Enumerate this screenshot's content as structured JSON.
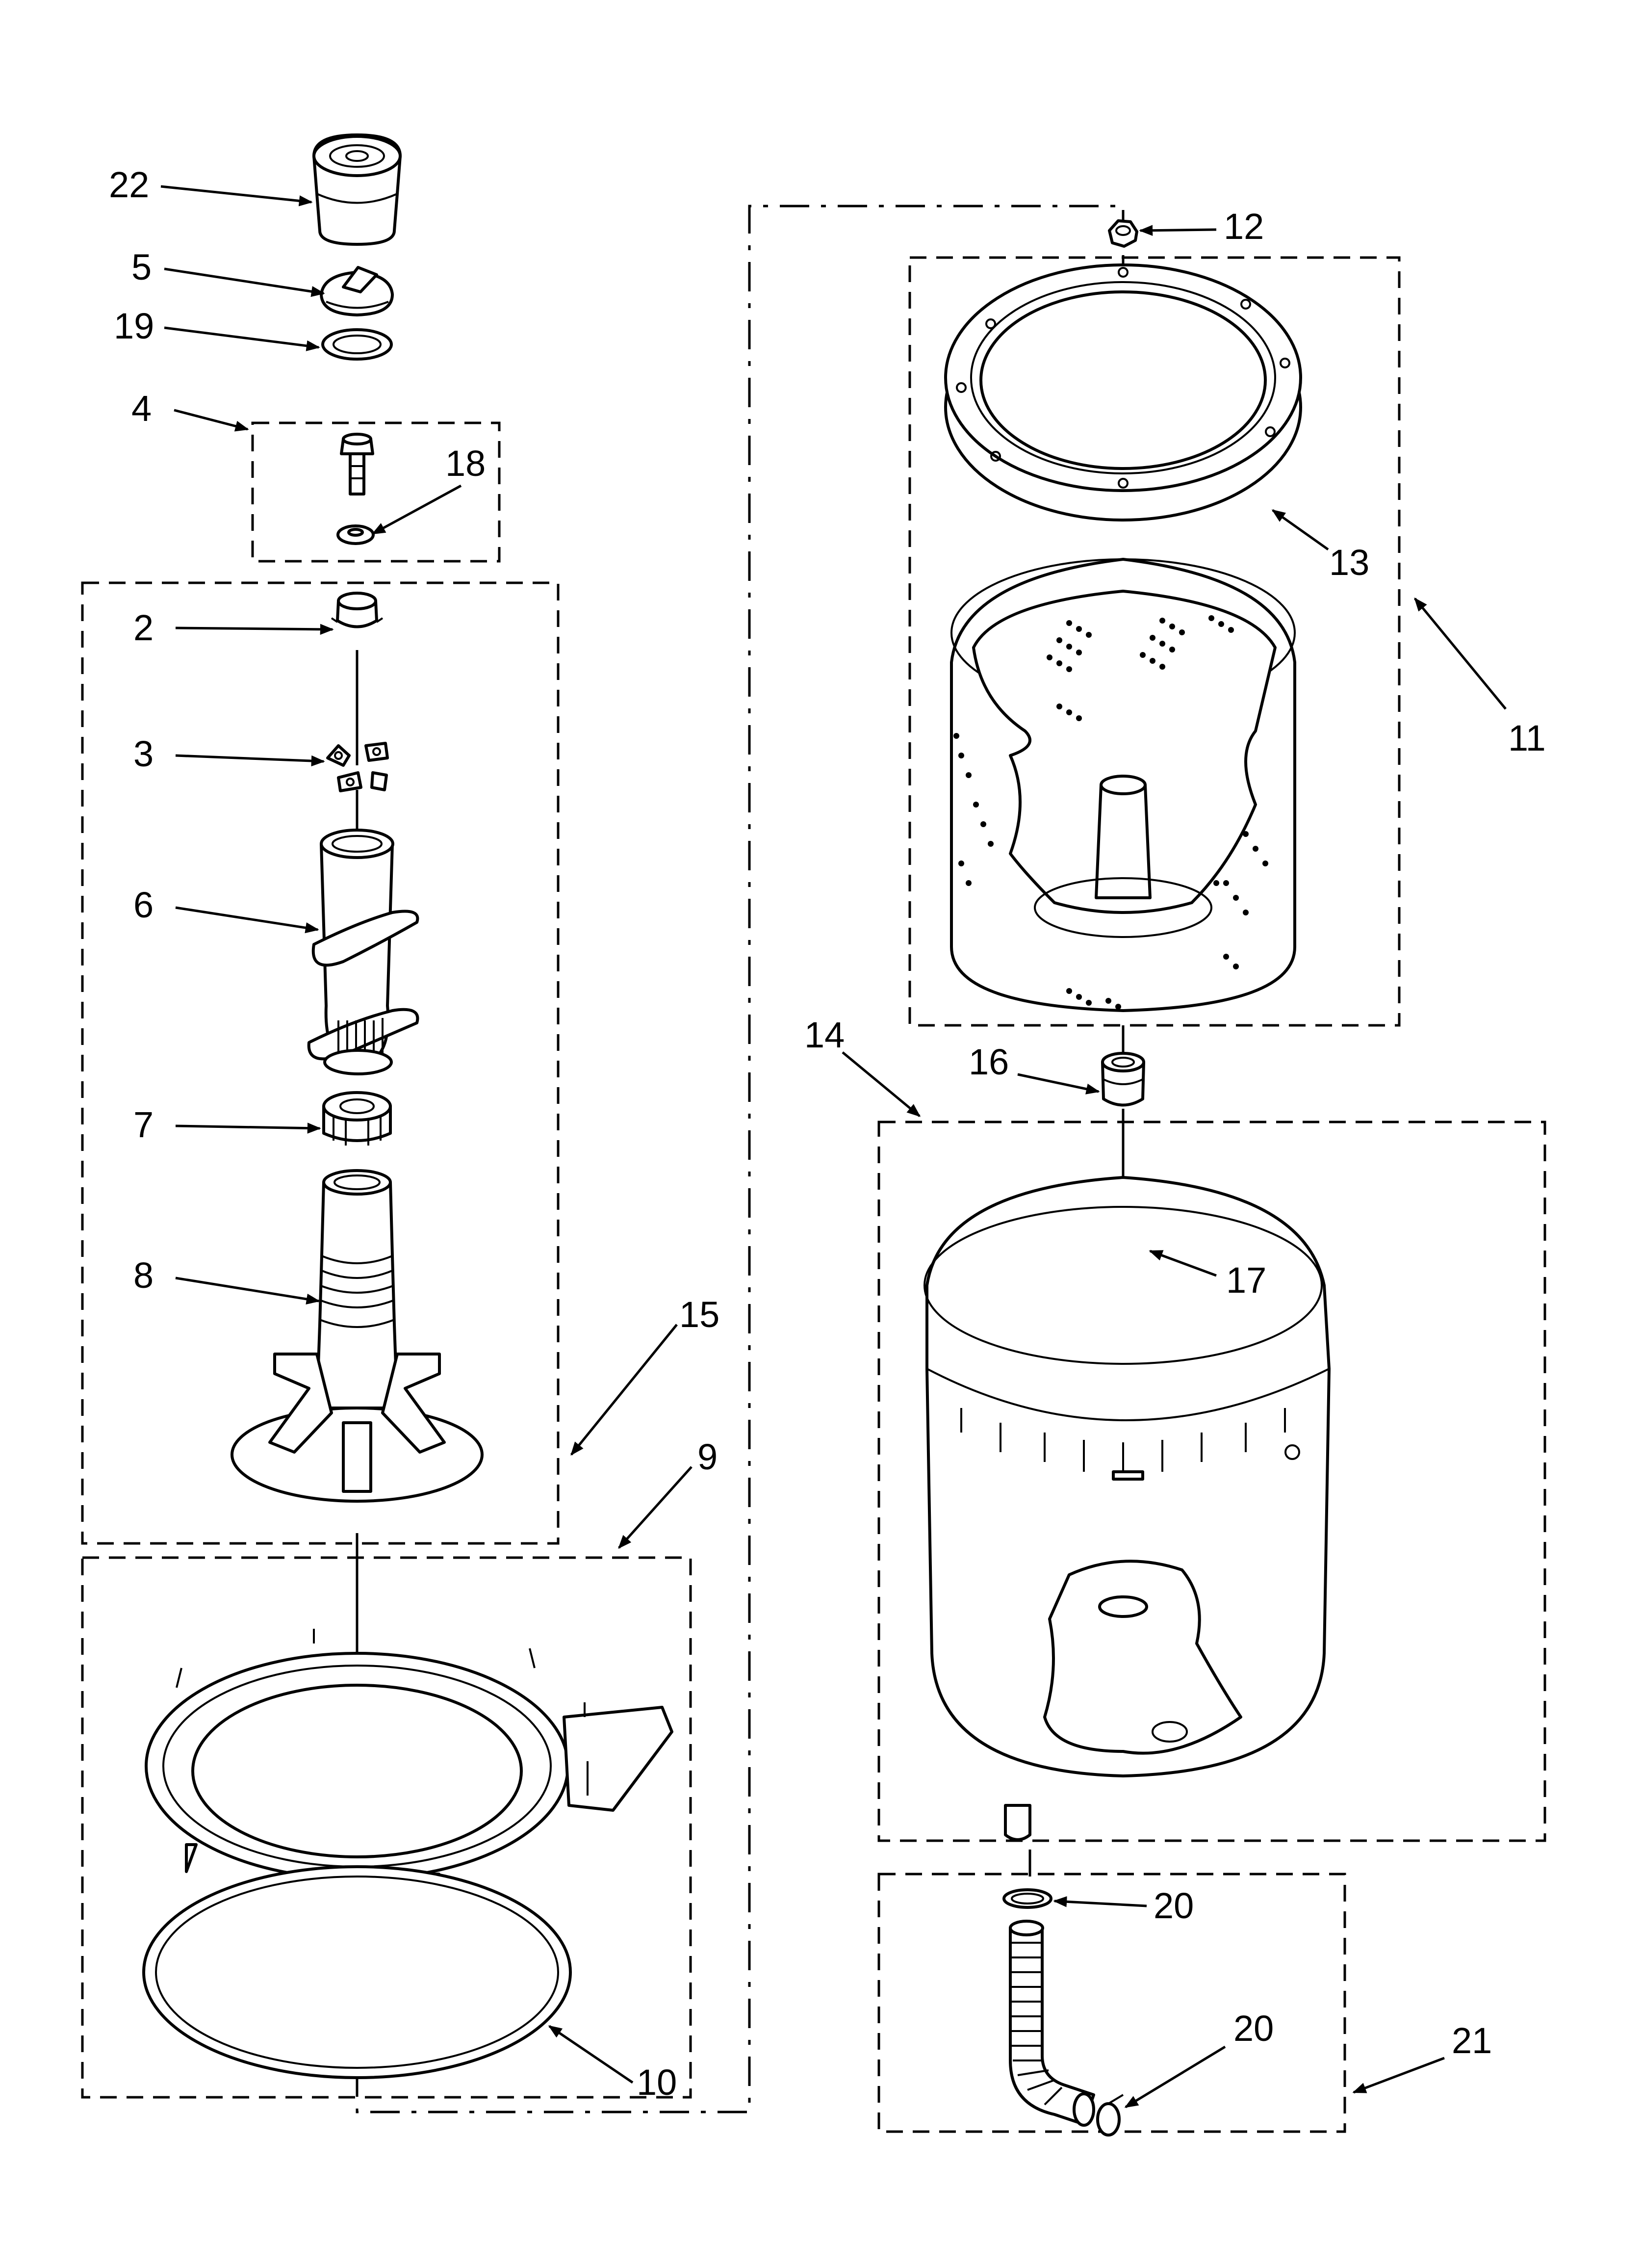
{
  "diagram": {
    "callouts": [
      {
        "id": "part-22",
        "label": "22"
      },
      {
        "id": "part-5",
        "label": "5"
      },
      {
        "id": "part-19",
        "label": "19"
      },
      {
        "id": "part-4",
        "label": "4"
      },
      {
        "id": "part-18",
        "label": "18"
      },
      {
        "id": "part-2",
        "label": "2"
      },
      {
        "id": "part-3",
        "label": "3"
      },
      {
        "id": "part-6",
        "label": "6"
      },
      {
        "id": "part-7",
        "label": "7"
      },
      {
        "id": "part-8",
        "label": "8"
      },
      {
        "id": "part-15",
        "label": "15"
      },
      {
        "id": "part-9",
        "label": "9"
      },
      {
        "id": "part-10",
        "label": "10"
      },
      {
        "id": "part-12",
        "label": "12"
      },
      {
        "id": "part-13",
        "label": "13"
      },
      {
        "id": "part-11",
        "label": "11"
      },
      {
        "id": "part-14",
        "label": "14"
      },
      {
        "id": "part-16",
        "label": "16"
      },
      {
        "id": "part-17",
        "label": "17"
      },
      {
        "id": "part-20a",
        "label": "20"
      },
      {
        "id": "part-20b",
        "label": "20"
      },
      {
        "id": "part-21",
        "label": "21"
      }
    ]
  }
}
